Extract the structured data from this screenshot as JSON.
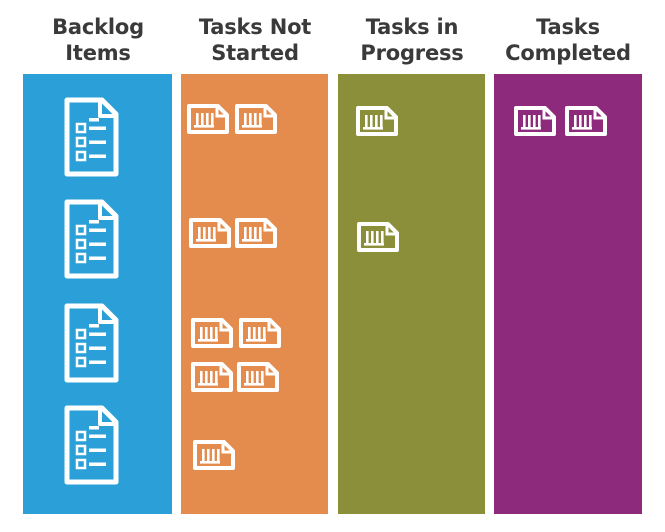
{
  "columns": [
    {
      "title_line1": "Backlog",
      "title_line2": "Items",
      "color": "#2a9fd8",
      "item_type": "backlog-document"
    },
    {
      "title_line1": "Tasks Not",
      "title_line2": "Started",
      "color": "#e38c4e",
      "item_type": "task-card"
    },
    {
      "title_line1": "Tasks in",
      "title_line2": "Progress",
      "color": "#8b8f3a",
      "item_type": "task-card"
    },
    {
      "title_line1": "Tasks",
      "title_line2": "Completed",
      "color": "#8e2a7c",
      "item_type": "task-card"
    }
  ],
  "backlog_item_count": 4,
  "tasks_per_backlog_row": {
    "not_started": [
      2,
      2,
      4,
      1
    ],
    "in_progress": [
      1,
      1,
      0,
      0
    ],
    "completed": [
      2,
      0,
      0,
      0
    ]
  },
  "icon_color": "#ffffff"
}
